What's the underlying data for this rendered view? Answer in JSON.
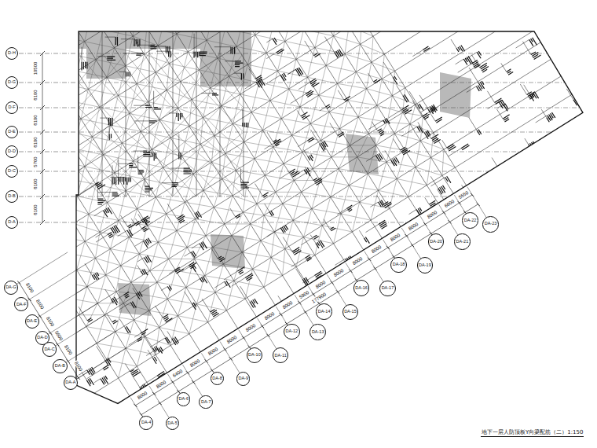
{
  "diagram": {
    "title": "地下一层人防顶板Y向梁配筋（二）1:150",
    "nodes": [
      {
        "text": [
          "D-H"
        ]
      },
      {
        "text": [
          "D-G"
        ]
      },
      {
        "text": [
          "D-F"
        ]
      },
      {
        "text": [
          "D-E"
        ]
      },
      {
        "text": [
          "D-D"
        ]
      },
      {
        "text": [
          "D-C"
        ]
      },
      {
        "text": [
          "D-B"
        ]
      },
      {
        "text": [
          "D-A"
        ]
      },
      {
        "text": [
          "DA-4"
        ]
      },
      {
        "text": [
          "DA-5"
        ]
      },
      {
        "text": [
          "DA-6"
        ]
      },
      {
        "text": [
          "DA-7"
        ]
      },
      {
        "text": [
          "DA-8"
        ]
      },
      {
        "text": [
          "DA-9"
        ]
      },
      {
        "text": [
          "DA-10"
        ]
      },
      {
        "text": [
          "DA-11"
        ]
      },
      {
        "text": [
          "DA-12"
        ]
      },
      {
        "text": [
          "DA-13"
        ]
      },
      {
        "text": [
          "DA-14"
        ]
      },
      {
        "text": [
          "DA-15"
        ]
      },
      {
        "text": [
          "DA-16"
        ]
      },
      {
        "text": [
          "DA-17"
        ]
      },
      {
        "text": [
          "DA-18"
        ]
      },
      {
        "text": [
          "DA-19"
        ]
      },
      {
        "text": [
          "DA-20"
        ]
      },
      {
        "text": [
          "DA-21"
        ]
      },
      {
        "text": [
          "DA-22"
        ]
      },
      {
        "text": [
          "DA-23"
        ]
      },
      {
        "text": [
          "DA-G"
        ]
      },
      {
        "text": [
          "DA-F"
        ]
      },
      {
        "text": [
          "DA-E"
        ]
      },
      {
        "text": [
          "DA-D"
        ]
      },
      {
        "text": [
          "DA-C"
        ]
      },
      {
        "text": [
          "DA-B"
        ]
      },
      {
        "text": [
          "DA-A"
        ]
      }
    ],
    "labels": [
      "10500",
      "8100",
      "8100",
      "8100",
      "5700",
      "8100",
      "8100",
      "8000",
      "8000",
      "6400",
      "8000",
      "8000",
      "8000",
      "8000",
      "8000",
      "8000",
      "5900",
      "8000",
      "8000",
      "8000",
      "8000",
      "8000",
      "8000",
      "8000",
      "6600",
      "5550",
      "177900",
      "8100",
      "8100",
      "8100",
      "5600",
      "8100",
      "8100"
    ]
  }
}
